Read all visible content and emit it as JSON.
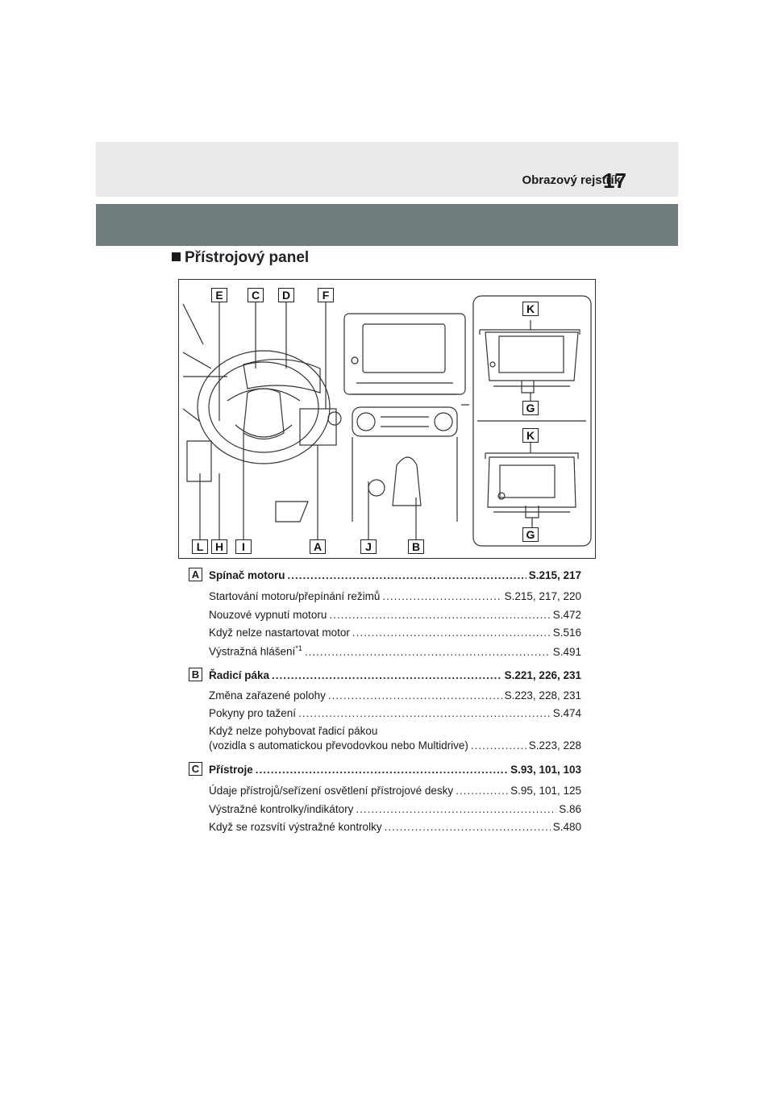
{
  "header": {
    "section_title": "Obrazový rejstřík",
    "page_number": "17"
  },
  "heading": "Přístrojový panel",
  "figure": {
    "top_labels": [
      "E",
      "C",
      "D",
      "F"
    ],
    "bottom_labels": [
      "L",
      "H",
      "I",
      "A",
      "J",
      "B"
    ],
    "inset_labels": [
      "K",
      "G",
      "K",
      "G"
    ]
  },
  "entries": [
    {
      "badge": "A",
      "title": "Spínač motoru",
      "title_ref": "S.215, 217",
      "items": [
        {
          "text": "Startování motoru/přepínání režimů",
          "ref": "S.215, 217, 220"
        },
        {
          "text": "Nouzové vypnutí motoru",
          "ref": "S.472"
        },
        {
          "text": "Když nelze nastartovat motor",
          "ref": "S.516"
        },
        {
          "text": "Výstražná hlášení",
          "sup": "*1",
          "ref": "S.491"
        }
      ]
    },
    {
      "badge": "B",
      "title": "Řadicí páka",
      "title_ref": "S.221, 226, 231",
      "items": [
        {
          "text": "Změna zařazené polohy",
          "ref": "S.223, 228, 231"
        },
        {
          "text": "Pokyny pro tažení",
          "ref": "S.474"
        }
      ],
      "multiline": {
        "line1": "Když nelze pohybovat řadicí pákou",
        "line2": "(vozidla s automatickou převodovkou nebo Multidrive)",
        "ref": "S.223, 228"
      }
    },
    {
      "badge": "C",
      "title": "Přístroje",
      "title_ref": "S.93, 101, 103",
      "items": [
        {
          "text": "Údaje přístrojů/seřízení osvětlení přístrojové desky",
          "ref": "S.95, 101, 125"
        },
        {
          "text": "Výstražné kontrolky/indikátory",
          "ref": "S.86"
        },
        {
          "text": "Když se rozsvítí výstražné kontrolky",
          "ref": "S.480"
        }
      ]
    }
  ]
}
